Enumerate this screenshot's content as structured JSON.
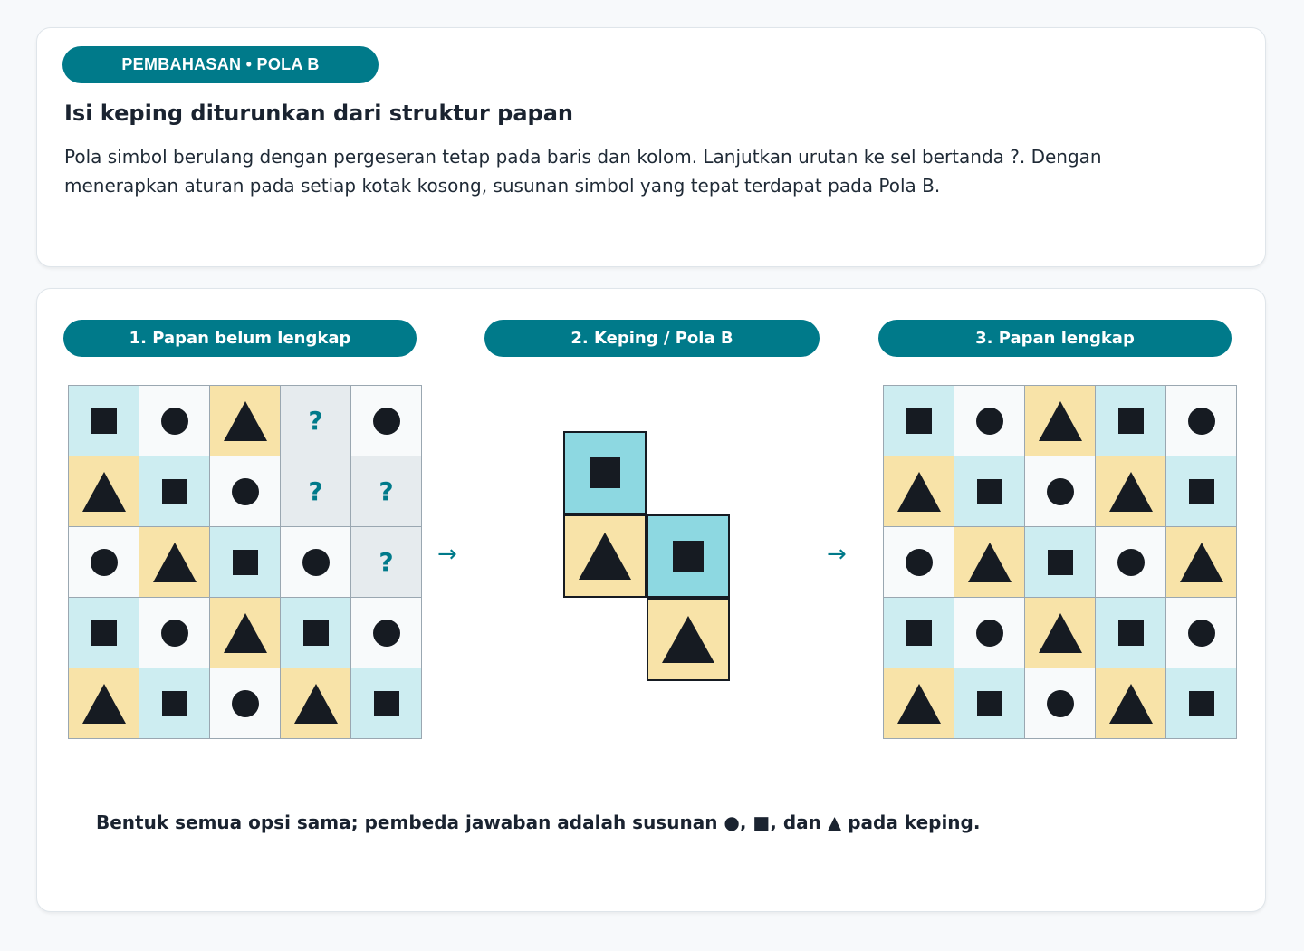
{
  "header": {
    "badge": "PEMBAHASAN • POLA B",
    "title": "Isi keping diturunkan dari struktur papan",
    "description": "Pola simbol berulang dengan pergeseran tetap pada baris dan kolom. Lanjutkan urutan ke sel bertanda ?. Dengan menerapkan aturan pada setiap kotak kosong, susunan simbol yang tepat terdapat pada Pola B."
  },
  "steps": {
    "step1": "1. Papan belum lengkap",
    "step2": "2. Keping / Pola B",
    "step3": "3. Papan lengkap"
  },
  "arrow": "→",
  "question_mark": "?",
  "colors": {
    "accent": "#007a8a",
    "cell_blue": "#cdedf1",
    "cell_white": "#f8fafb",
    "cell_yellow": "#f8e3a8",
    "cell_unknown": "#e6ebee",
    "piece_blue": "#8dd8e1",
    "symbol": "#161b22"
  },
  "symbols": {
    "square": "square-icon",
    "circle": "circle-icon",
    "triangle": "triangle-icon"
  },
  "board_incomplete": [
    [
      [
        "square",
        "blue"
      ],
      [
        "circle",
        "white"
      ],
      [
        "triangle",
        "yellow"
      ],
      [
        "?",
        "gray"
      ],
      [
        "circle",
        "white"
      ]
    ],
    [
      [
        "triangle",
        "yellow"
      ],
      [
        "square",
        "blue"
      ],
      [
        "circle",
        "white"
      ],
      [
        "?",
        "gray"
      ],
      [
        "?",
        "gray"
      ]
    ],
    [
      [
        "circle",
        "white"
      ],
      [
        "triangle",
        "yellow"
      ],
      [
        "square",
        "blue"
      ],
      [
        "circle",
        "white"
      ],
      [
        "?",
        "gray"
      ]
    ],
    [
      [
        "square",
        "blue"
      ],
      [
        "circle",
        "white"
      ],
      [
        "triangle",
        "yellow"
      ],
      [
        "square",
        "blue"
      ],
      [
        "circle",
        "white"
      ]
    ],
    [
      [
        "triangle",
        "yellow"
      ],
      [
        "square",
        "blue"
      ],
      [
        "circle",
        "white"
      ],
      [
        "triangle",
        "yellow"
      ],
      [
        "square",
        "blue"
      ]
    ]
  ],
  "board_complete": [
    [
      [
        "square",
        "blue"
      ],
      [
        "circle",
        "white"
      ],
      [
        "triangle",
        "yellow"
      ],
      [
        "square",
        "blue"
      ],
      [
        "circle",
        "white"
      ]
    ],
    [
      [
        "triangle",
        "yellow"
      ],
      [
        "square",
        "blue"
      ],
      [
        "circle",
        "white"
      ],
      [
        "triangle",
        "yellow"
      ],
      [
        "square",
        "blue"
      ]
    ],
    [
      [
        "circle",
        "white"
      ],
      [
        "triangle",
        "yellow"
      ],
      [
        "square",
        "blue"
      ],
      [
        "circle",
        "white"
      ],
      [
        "triangle",
        "yellow"
      ]
    ],
    [
      [
        "square",
        "blue"
      ],
      [
        "circle",
        "white"
      ],
      [
        "triangle",
        "yellow"
      ],
      [
        "square",
        "blue"
      ],
      [
        "circle",
        "white"
      ]
    ],
    [
      [
        "triangle",
        "yellow"
      ],
      [
        "square",
        "blue"
      ],
      [
        "circle",
        "white"
      ],
      [
        "triangle",
        "yellow"
      ],
      [
        "square",
        "blue"
      ]
    ]
  ],
  "piece": [
    {
      "row": 0,
      "col": 0,
      "symbol": "square",
      "color": "blue"
    },
    {
      "row": 1,
      "col": 0,
      "symbol": "triangle",
      "color": "yellow"
    },
    {
      "row": 1,
      "col": 1,
      "symbol": "square",
      "color": "blue"
    },
    {
      "row": 2,
      "col": 1,
      "symbol": "triangle",
      "color": "yellow"
    }
  ],
  "note": "Bentuk semua opsi sama; pembeda jawaban adalah susunan ●, ■, dan ▲ pada keping."
}
